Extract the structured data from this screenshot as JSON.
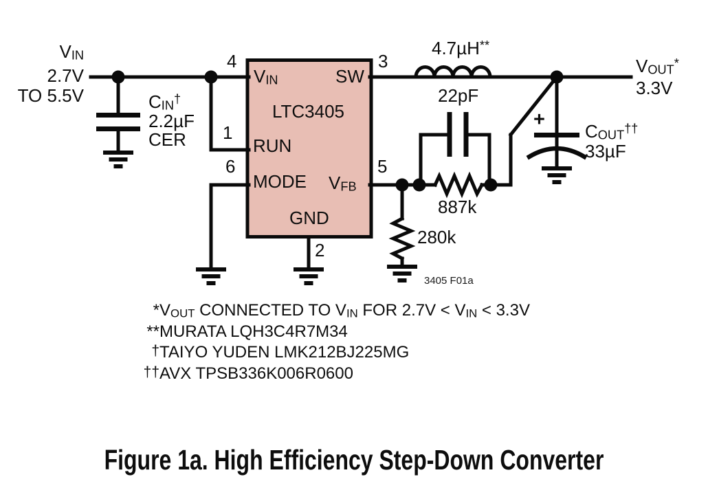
{
  "colors": {
    "line": "#0a0a0a",
    "ic_fill": "#e8beb4",
    "background": "#ffffff"
  },
  "source": {
    "name_parts": [
      {
        "t": "V"
      },
      {
        "s": "IN"
      }
    ],
    "range_line1": "2.7V",
    "range_line2": "TO 5.5V"
  },
  "cin": {
    "name_parts": [
      {
        "t": "C"
      },
      {
        "s": "IN"
      },
      {
        "u": "†"
      }
    ],
    "value": "2.2µF",
    "type": "CER"
  },
  "ic": {
    "name": "LTC3405",
    "pin_numbers": {
      "vin": "4",
      "sw": "3",
      "run": "1",
      "mode": "6",
      "vfb": "5",
      "gnd": "2"
    },
    "pin_labels": {
      "vin_parts": [
        {
          "t": "V"
        },
        {
          "s": "IN"
        }
      ],
      "sw": "SW",
      "run": "RUN",
      "mode": "MODE",
      "vfb_parts": [
        {
          "t": "V"
        },
        {
          "s": "FB"
        }
      ],
      "gnd": "GND"
    }
  },
  "inductor": {
    "value_parts": [
      {
        "t": "4.7µH"
      },
      {
        "u": "**"
      }
    ]
  },
  "cap22": {
    "value": "22pF"
  },
  "r_top": {
    "value": "887k"
  },
  "r_bottom": {
    "value": "280k"
  },
  "cout": {
    "name_parts": [
      {
        "t": "C"
      },
      {
        "s": "OUT"
      },
      {
        "u": "††"
      }
    ],
    "value": "33µF",
    "polarity": "+"
  },
  "vout": {
    "name_parts": [
      {
        "t": "V"
      },
      {
        "s": "OUT"
      },
      {
        "u": "*"
      }
    ],
    "value": "3.3V"
  },
  "fig_id": "3405 F01a",
  "footnotes": [
    {
      "marker": "*",
      "parts": [
        {
          "t": "V"
        },
        {
          "s": "OUT"
        },
        {
          "t": " CONNECTED TO V"
        },
        {
          "s": "IN"
        },
        {
          "t": " FOR 2.7V < V"
        },
        {
          "s": "IN"
        },
        {
          "t": " < 3.3V"
        }
      ]
    },
    {
      "marker": "**",
      "parts": [
        {
          "t": "MURATA LQH3C4R7M34"
        }
      ]
    },
    {
      "marker": "†",
      "parts": [
        {
          "t": "TAIYO YUDEN LMK212BJ225MG"
        }
      ]
    },
    {
      "marker": "††",
      "parts": [
        {
          "t": "AVX TPSB336K006R0600"
        }
      ]
    }
  ],
  "caption": "Figure 1a. High Efficiency Step-Down Converter"
}
